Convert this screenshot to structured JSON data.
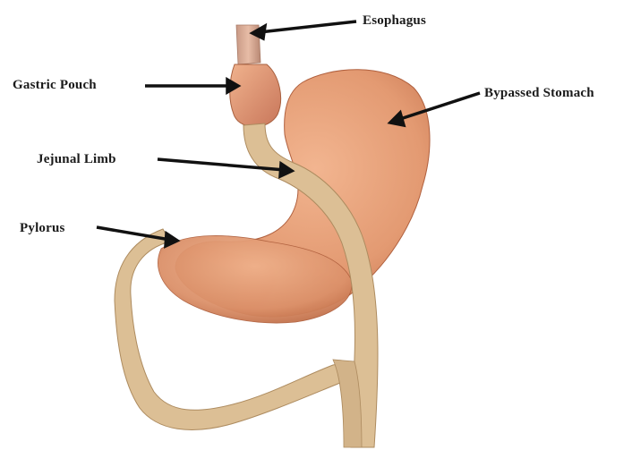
{
  "labels": {
    "esophagus": "Esophagus",
    "gastric_pouch": "Gastric Pouch",
    "bypassed_stomach": "Bypassed Stomach",
    "jejunal_limb": "Jejunal Limb",
    "pylorus": "Pylorus"
  },
  "colors": {
    "stomach": "#e8a07a",
    "stomach_shadow": "#c9704c",
    "intestine": "#dcbf95",
    "intestine_shadow": "#b8976a",
    "arrow": "#111111"
  }
}
